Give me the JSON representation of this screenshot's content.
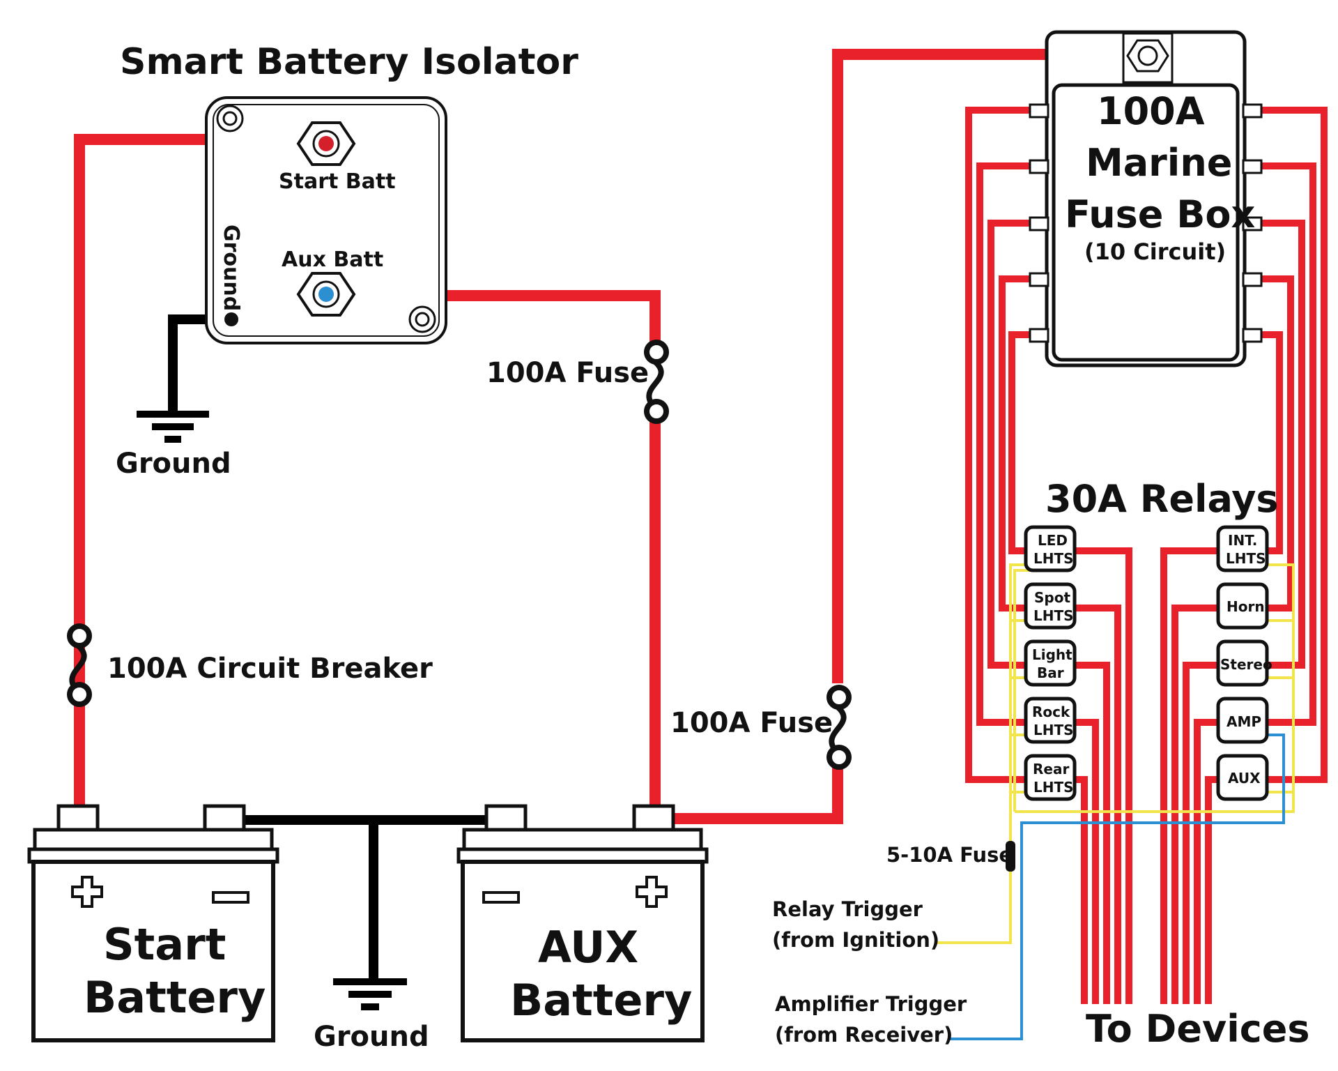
{
  "isolator": {
    "title": "Smart Battery Isolator",
    "start_batt": "Start Batt",
    "aux_batt": "Aux Batt",
    "ground_side": "Ground"
  },
  "ground_top": "Ground",
  "ground_bottom": "Ground",
  "fuse_top": "100A Fuse",
  "fuse_right": "100A Fuse",
  "breaker": "100A Circuit Breaker",
  "batteries": {
    "start_line1": "Start",
    "start_line2": "Battery",
    "aux_line1": "AUX",
    "aux_line2": "Battery"
  },
  "fuse_box": {
    "line1": "100A",
    "line2": "Marine",
    "line3": "Fuse Box",
    "line4": "(10 Circuit)"
  },
  "relays": {
    "title": "30A Relays",
    "left": [
      {
        "l1": "LED",
        "l2": "LHTS"
      },
      {
        "l1": "Spot",
        "l2": "LHTS"
      },
      {
        "l1": "Light",
        "l2": "Bar"
      },
      {
        "l1": "Rock",
        "l2": "LHTS"
      },
      {
        "l1": "Rear",
        "l2": "LHTS"
      }
    ],
    "right": [
      {
        "l1": "INT.",
        "l2": "LHTS"
      },
      {
        "l1": "Horn",
        "l2": ""
      },
      {
        "l1": "Stereo",
        "l2": ""
      },
      {
        "l1": "AMP",
        "l2": ""
      },
      {
        "l1": "AUX",
        "l2": ""
      }
    ]
  },
  "small_fuse": "5-10A Fuse",
  "relay_trigger": {
    "line1": "Relay Trigger",
    "line2": "(from Ignition)"
  },
  "amp_trigger": {
    "line1": "Amplifier Trigger",
    "line2": "(from Receiver)"
  },
  "to_devices": "To Devices",
  "colors": {
    "power": "#e8212b",
    "ground": "#000000",
    "ignition": "#f2e44b",
    "receiver": "#2b8fd1"
  }
}
